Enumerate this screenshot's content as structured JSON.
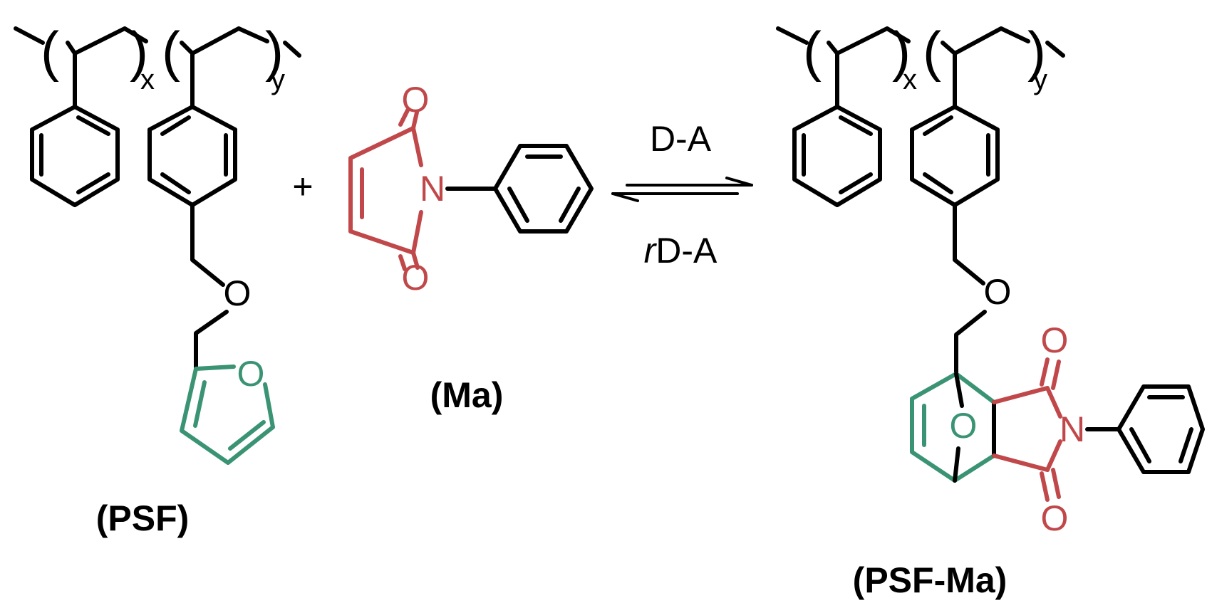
{
  "colors": {
    "bond": "#000000",
    "maleimide": "#c0484a",
    "furan": "#3a9474"
  },
  "reactants": {
    "psf": {
      "label": "(PSF)",
      "sub_x": "x",
      "sub_y": "y",
      "ether_o": "O",
      "furan_o": "O"
    },
    "plus": "+",
    "ma": {
      "label": "(Ma)",
      "n": "N",
      "o_top": "O",
      "o_bottom": "O"
    }
  },
  "arrow": {
    "forward": "D-A",
    "reverse_italic": "r",
    "reverse": "D-A"
  },
  "product": {
    "label": "(PSF-Ma)",
    "sub_x": "x",
    "sub_y": "y",
    "ether_o": "O",
    "bridge_o": "O",
    "n": "N",
    "o_top": "O",
    "o_bottom": "O"
  }
}
